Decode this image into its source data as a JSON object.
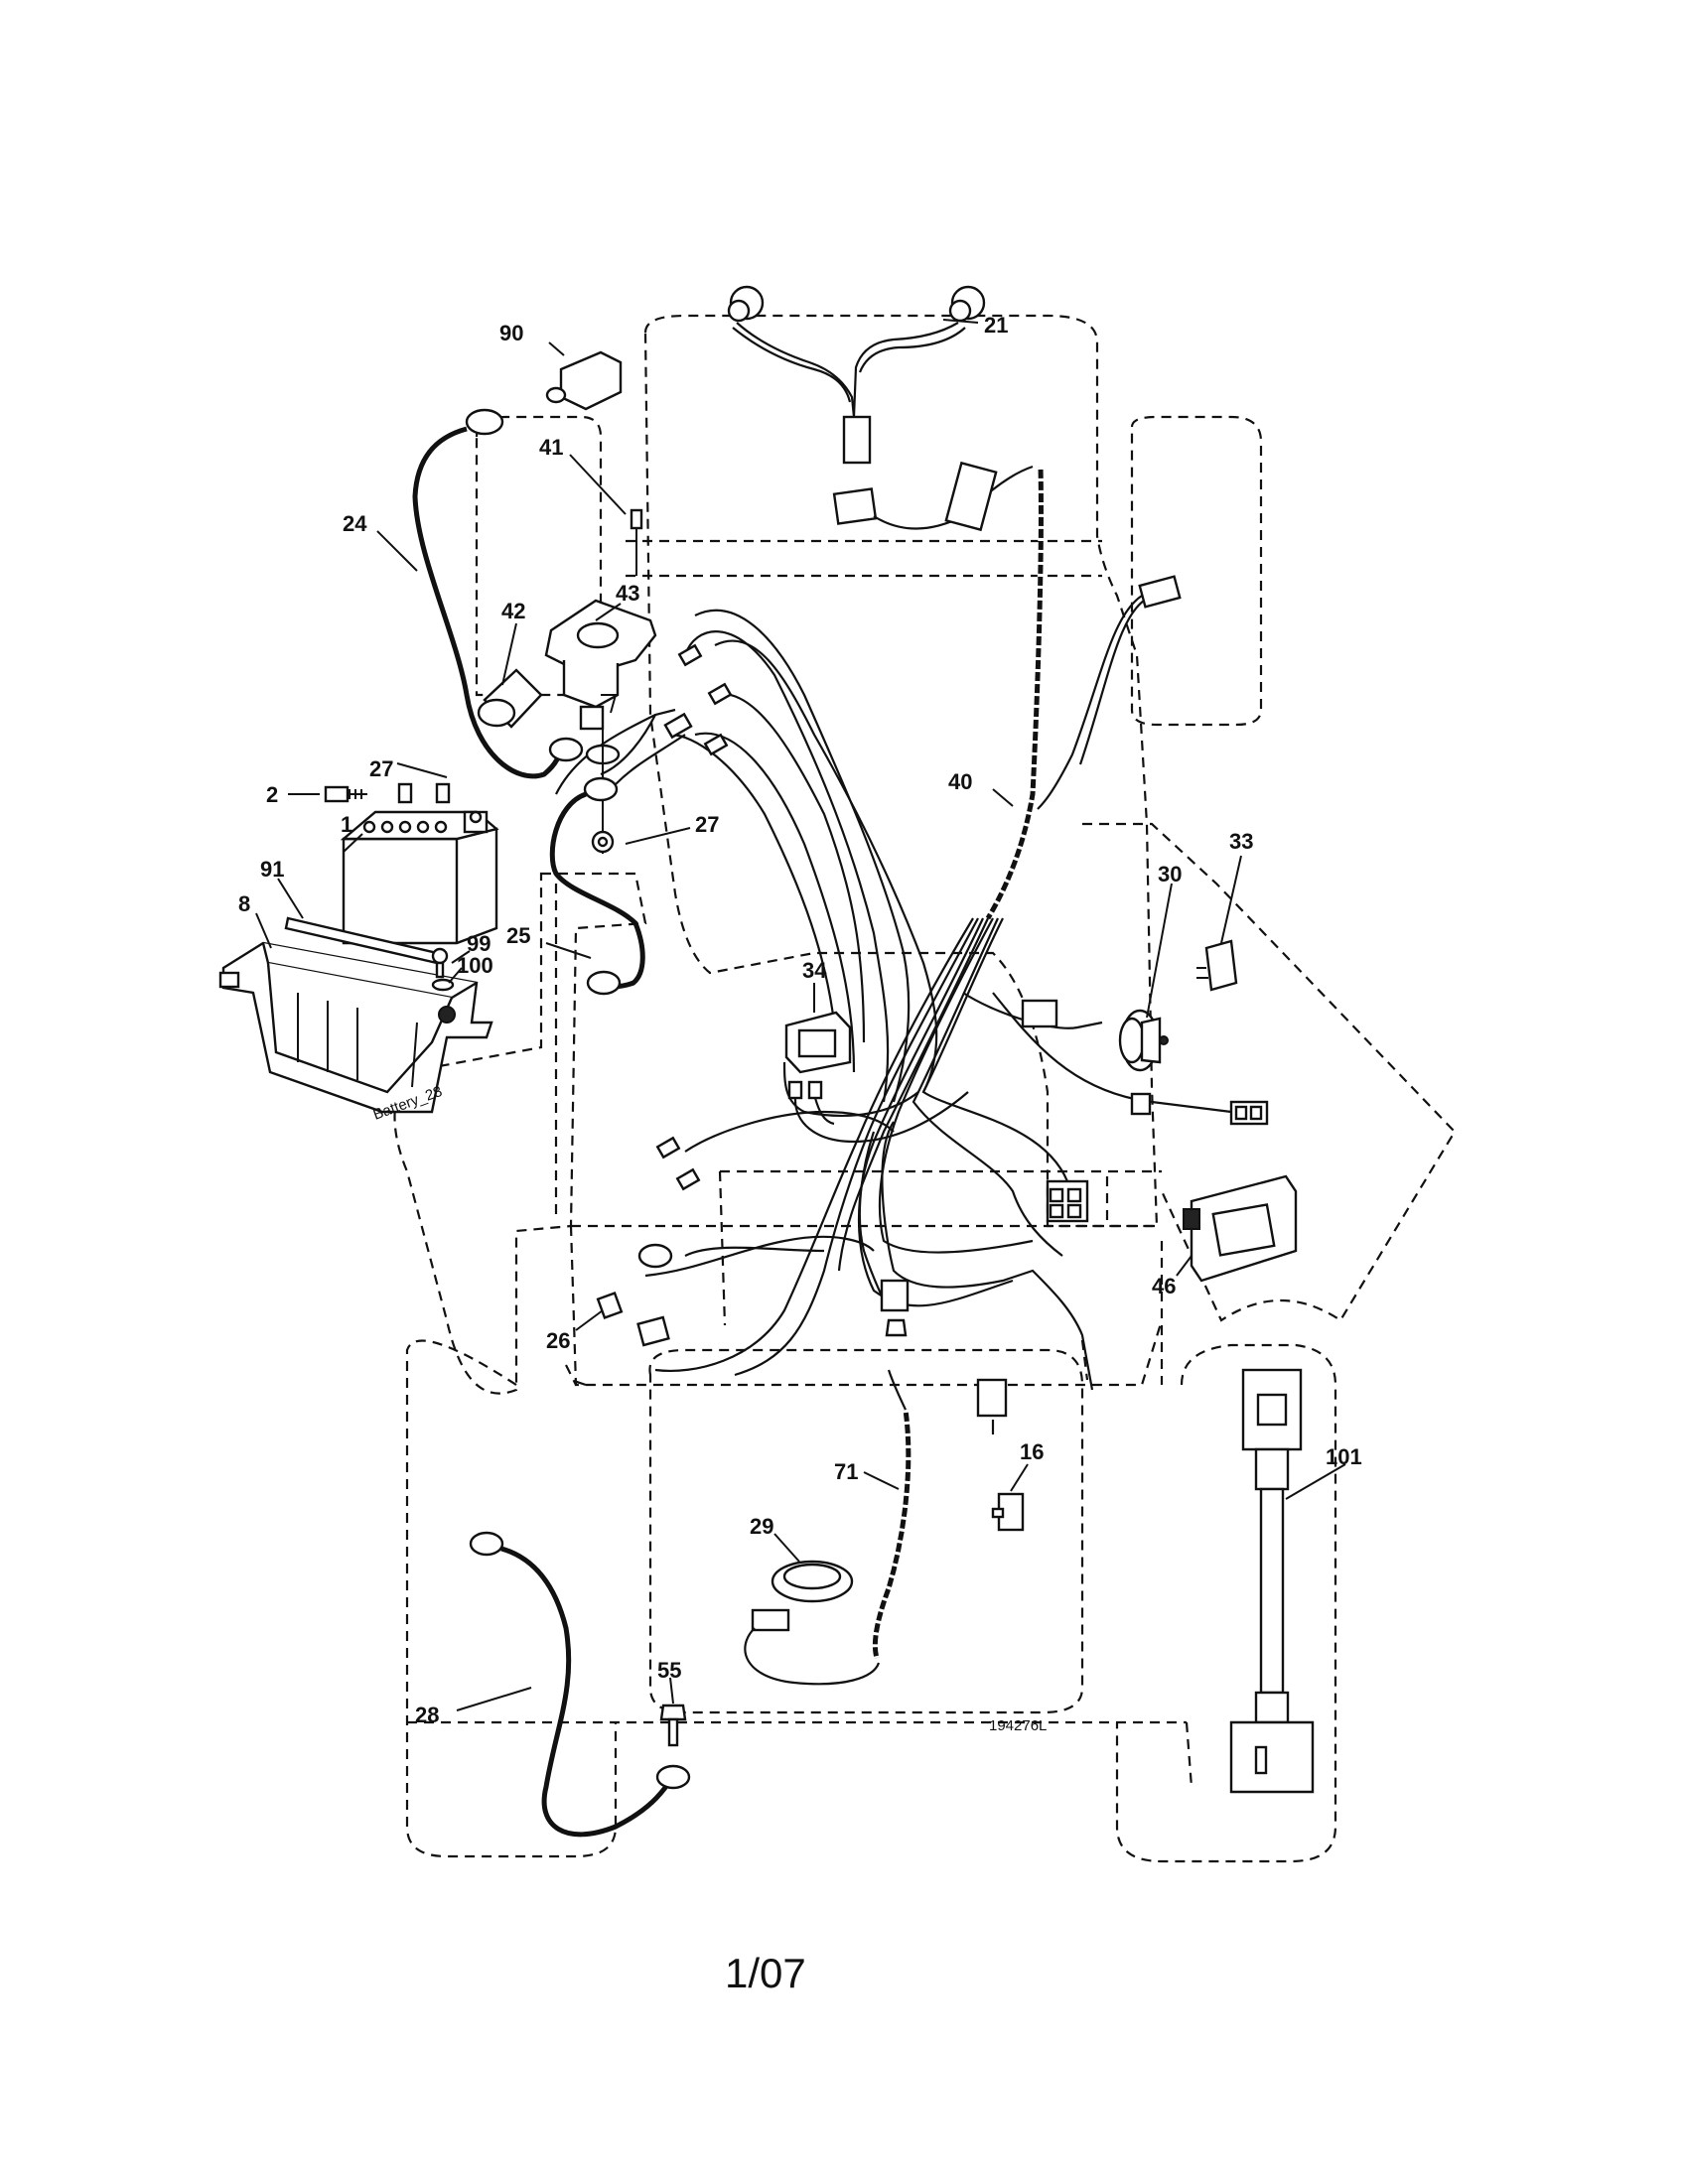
{
  "diagram_code": "194276L",
  "page_number": "1/07",
  "battery_label": "Battery_28",
  "callouts": {
    "c1": "1",
    "c2": "2",
    "c8": "8",
    "c16": "16",
    "c21": "21",
    "c24": "24",
    "c25": "25",
    "c26": "26",
    "c27a": "27",
    "c27b": "27",
    "c28": "28",
    "c29": "29",
    "c30": "30",
    "c33": "33",
    "c34": "34",
    "c40": "40",
    "c41": "41",
    "c42": "42",
    "c43": "43",
    "c46": "46",
    "c55": "55",
    "c71": "71",
    "c90": "90",
    "c91": "91",
    "c99": "99",
    "c100": "100",
    "c101": "101"
  }
}
